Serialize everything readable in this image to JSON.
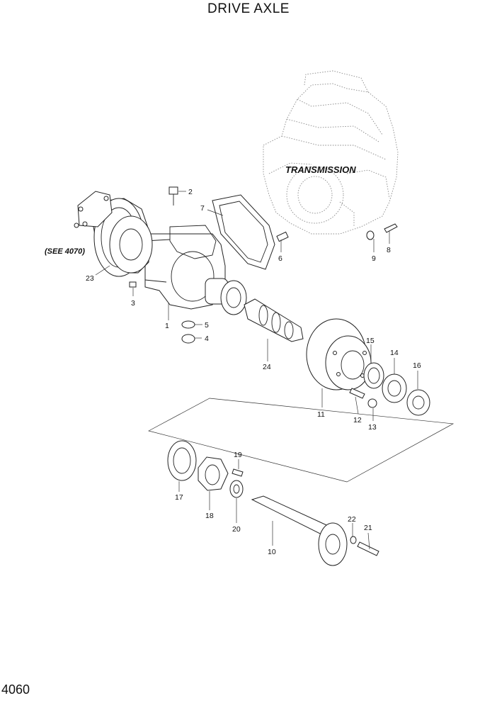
{
  "page": {
    "title": "DRIVE AXLE",
    "page_number": "4060"
  },
  "annotations": {
    "transmission": "TRANSMISSION",
    "see_ref": "(SEE 4070)"
  },
  "callouts": [
    "1",
    "2",
    "3",
    "4",
    "5",
    "6",
    "7",
    "8",
    "9",
    "10",
    "11",
    "12",
    "13",
    "14",
    "15",
    "16",
    "17",
    "18",
    "19",
    "20",
    "21",
    "22",
    "23",
    "24"
  ]
}
